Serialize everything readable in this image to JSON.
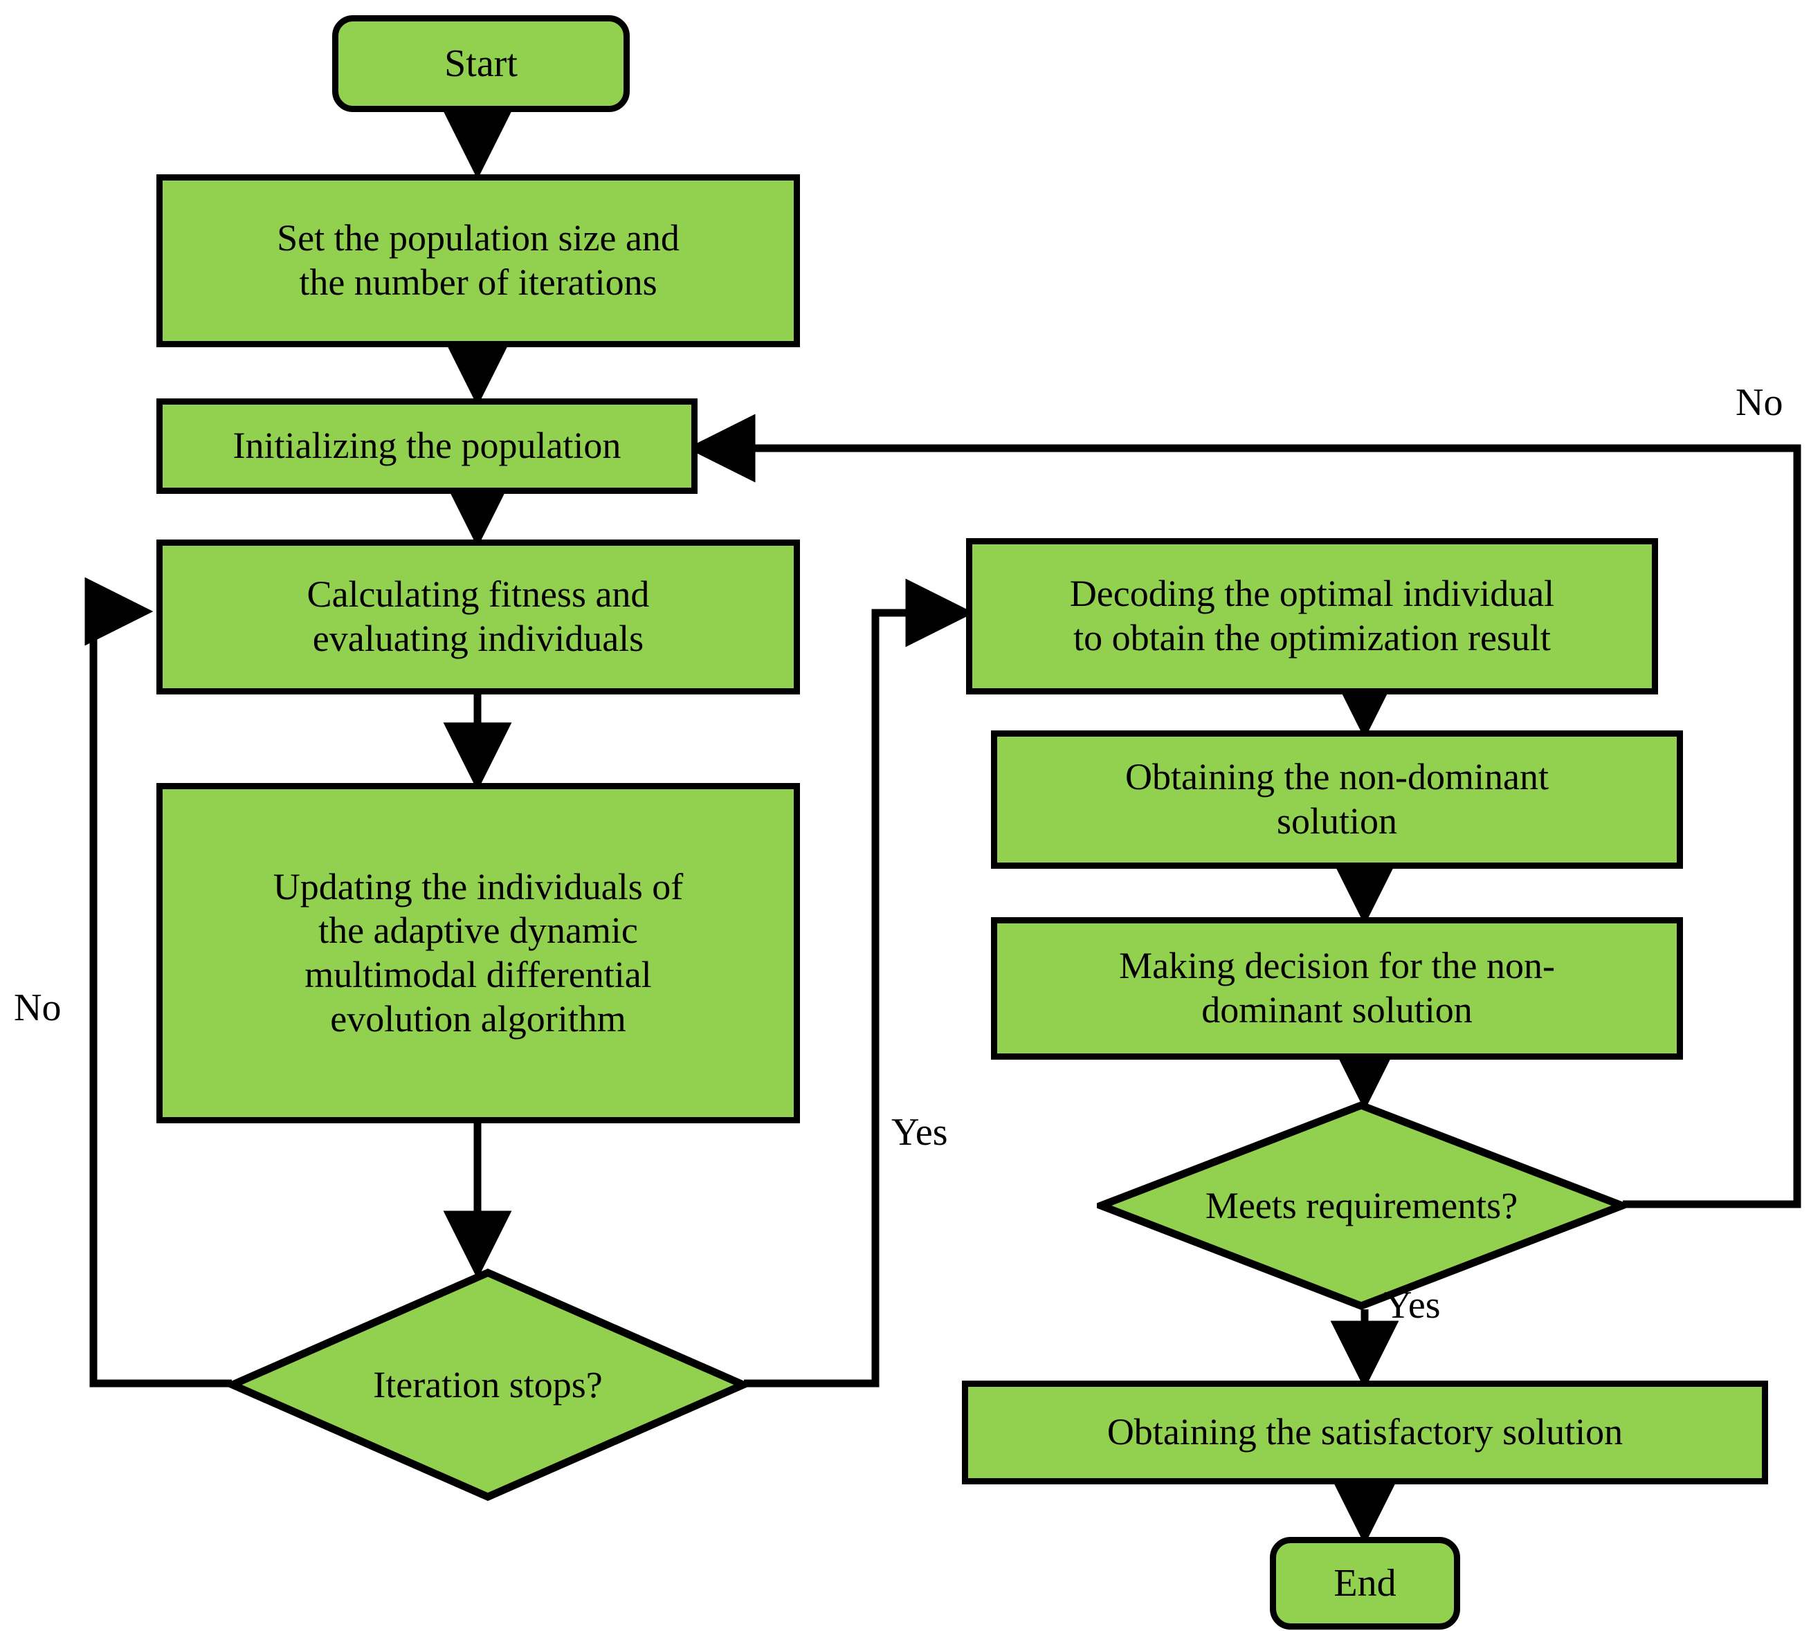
{
  "diagram": {
    "title": "Adaptive dynamic multimodal differential evolution algorithm flowchart",
    "type": "flowchart",
    "colors": {
      "node_fill": "#92D050",
      "stroke": "#000000",
      "background": "#ffffff"
    }
  },
  "nodes": {
    "start": {
      "label": "Start",
      "shape": "terminator"
    },
    "set_params": {
      "line1": "Set the population size and",
      "line2": "the number of iterations",
      "shape": "process"
    },
    "init_pop": {
      "label": "Initializing the population",
      "shape": "process"
    },
    "calc_fitness": {
      "line1": "Calculating fitness and",
      "line2": "evaluating individuals",
      "shape": "process"
    },
    "update_individuals": {
      "line1": "Updating the individuals of",
      "line2": "the adaptive dynamic",
      "line3": "multimodal differential",
      "line4": "evolution algorithm",
      "shape": "process"
    },
    "iteration_stops": {
      "label": "Iteration stops?",
      "shape": "decision"
    },
    "decode": {
      "line1": "Decoding the optimal individual",
      "line2": "to obtain the optimization result",
      "shape": "process"
    },
    "obtain_nondominant": {
      "line1": "Obtaining the non-dominant",
      "line2": "solution",
      "shape": "process"
    },
    "making_decision": {
      "line1": "Making decision for the non-",
      "line2": "dominant solution",
      "shape": "process"
    },
    "meets_requirements": {
      "label": "Meets requirements?",
      "shape": "decision"
    },
    "satisfactory": {
      "label": "Obtaining the satisfactory solution",
      "shape": "process"
    },
    "end": {
      "label": "End",
      "shape": "terminator"
    }
  },
  "edge_labels": {
    "iteration_no": "No",
    "iteration_yes": "Yes",
    "meets_no": "No",
    "meets_yes": "Yes"
  }
}
